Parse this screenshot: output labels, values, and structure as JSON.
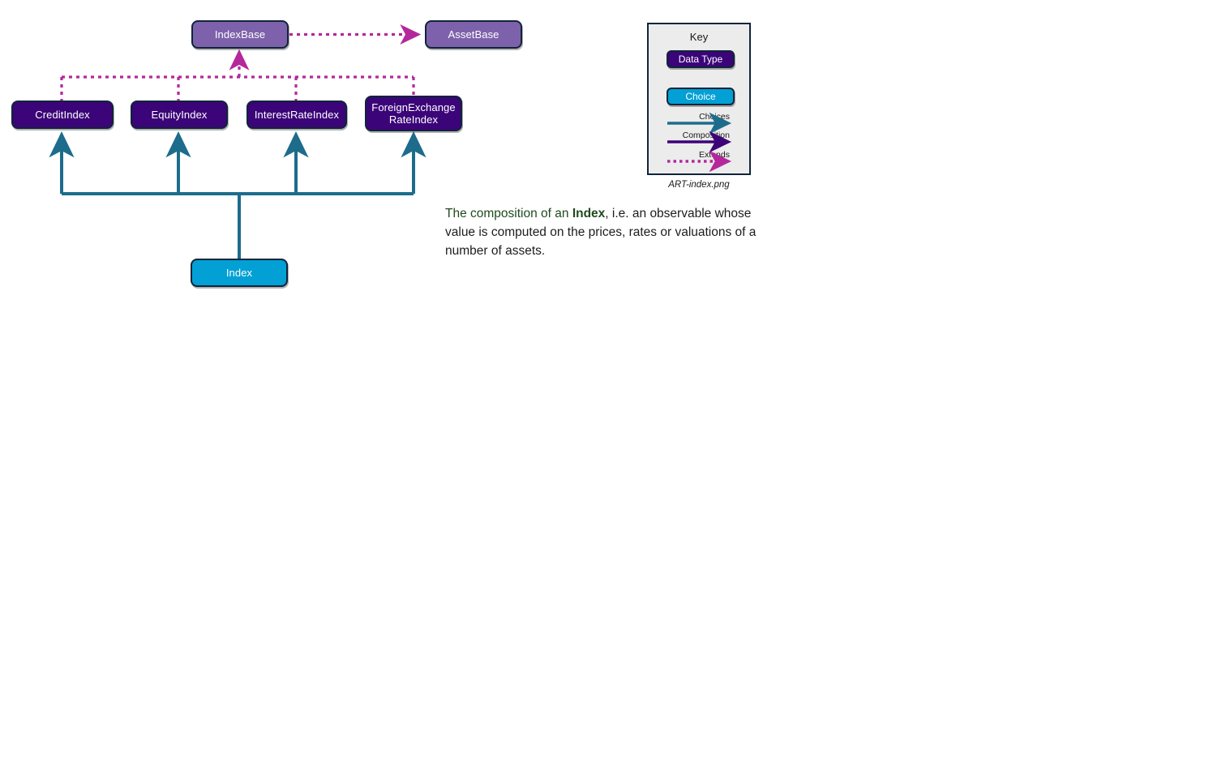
{
  "diagram": {
    "title": "ART-index.png",
    "nodes": [
      {
        "id": "IndexBase",
        "label": "IndexBase",
        "kind": "base"
      },
      {
        "id": "AssetBase",
        "label": "AssetBase",
        "kind": "base"
      },
      {
        "id": "CreditIndex",
        "label": "CreditIndex",
        "kind": "datatype"
      },
      {
        "id": "EquityIndex",
        "label": "EquityIndex",
        "kind": "datatype"
      },
      {
        "id": "InterestRateIndex",
        "label": "InterestRateIndex",
        "kind": "datatype"
      },
      {
        "id": "ForeignExchangeRateIndex",
        "label": "ForeignExchange\nRateIndex",
        "kind": "datatype"
      },
      {
        "id": "Index",
        "label": "Index",
        "kind": "choice"
      }
    ],
    "node_labels": {
      "index_base": "IndexBase",
      "asset_base": "AssetBase",
      "credit_index": "CreditIndex",
      "equity_index": "EquityIndex",
      "interest_rate_index": "InterestRateIndex",
      "fx_rate_index_line1": "ForeignExchange",
      "fx_rate_index_line2": "RateIndex",
      "index": "Index"
    },
    "edges": [
      {
        "from": "IndexBase",
        "to": "AssetBase",
        "type": "extends"
      },
      {
        "from": "CreditIndex",
        "to": "IndexBase",
        "type": "extends"
      },
      {
        "from": "EquityIndex",
        "to": "IndexBase",
        "type": "extends"
      },
      {
        "from": "InterestRateIndex",
        "to": "IndexBase",
        "type": "extends"
      },
      {
        "from": "ForeignExchangeRateIndex",
        "to": "IndexBase",
        "type": "extends"
      },
      {
        "from": "Index",
        "to": "CreditIndex",
        "type": "choices"
      },
      {
        "from": "Index",
        "to": "EquityIndex",
        "type": "choices"
      },
      {
        "from": "Index",
        "to": "InterestRateIndex",
        "type": "choices"
      },
      {
        "from": "Index",
        "to": "ForeignExchangeRateIndex",
        "type": "choices"
      }
    ]
  },
  "key": {
    "title": "Key",
    "data_type_label": "Data Type",
    "choice_label": "Choice",
    "legend": [
      {
        "name": "choices",
        "label": "Choices"
      },
      {
        "name": "composition",
        "label": "Composition"
      },
      {
        "name": "extends",
        "label": "Extends"
      }
    ],
    "legend_labels": {
      "choices": "Choices",
      "composition": "Composition",
      "extends": "Extends"
    },
    "caption": "ART-index.png"
  },
  "description": {
    "lead": "The composition of an ",
    "emphasis": "Index",
    "rest": ", i.e. an observable whose value is computed on the prices, rates or valuations of a number of assets."
  },
  "colors": {
    "base_fill": "#7d62ab",
    "datatype_fill": "#3b0478",
    "choice_fill": "#02a0d4",
    "border": "#10243a",
    "choices_line": "#1d6c8c",
    "composition_line": "#3b0478",
    "extends_line": "#b4289b",
    "key_panel_fill": "#ececec",
    "description_accent": "#1f4a1f"
  }
}
